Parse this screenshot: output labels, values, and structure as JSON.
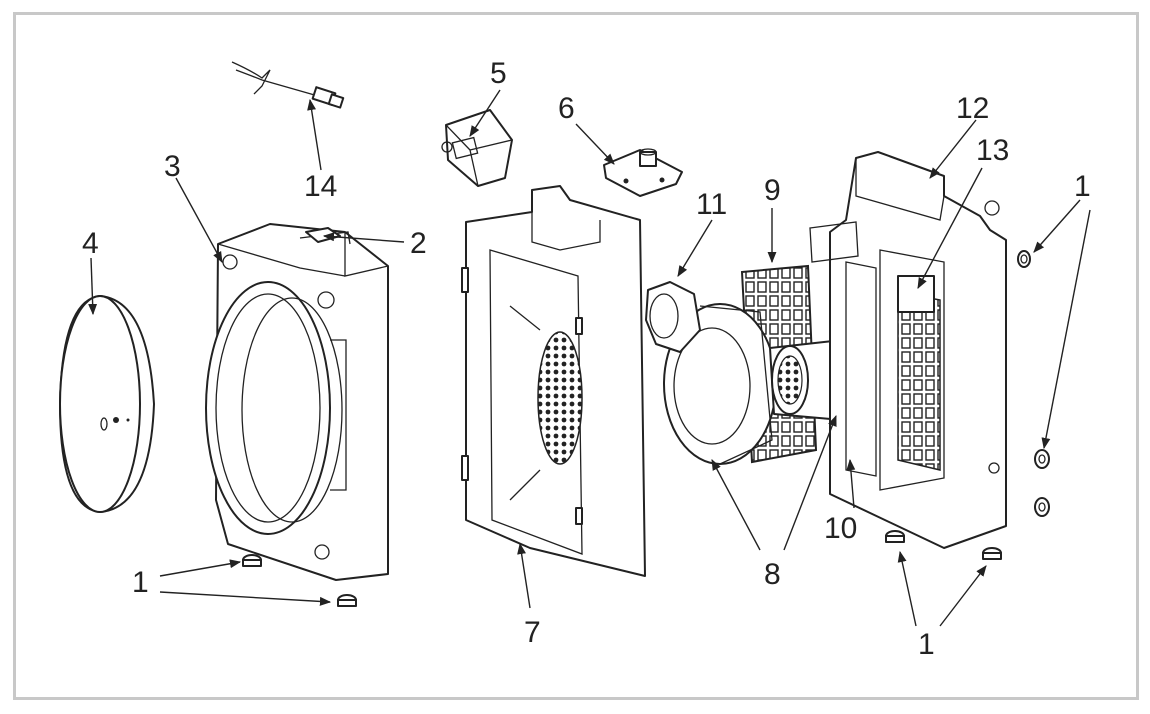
{
  "callouts": {
    "c1_right": "1",
    "c1_left": "1",
    "c1_bottom": "1",
    "c2": "2",
    "c3": "3",
    "c4": "4",
    "c5": "5",
    "c6": "6",
    "c7": "7",
    "c8": "8",
    "c9": "9",
    "c10": "10",
    "c11": "11",
    "c12": "12",
    "c13": "13",
    "c14": "14"
  },
  "colors": {
    "ink": "#222222",
    "frame": "#c8c8c8",
    "background": "#ffffff"
  }
}
